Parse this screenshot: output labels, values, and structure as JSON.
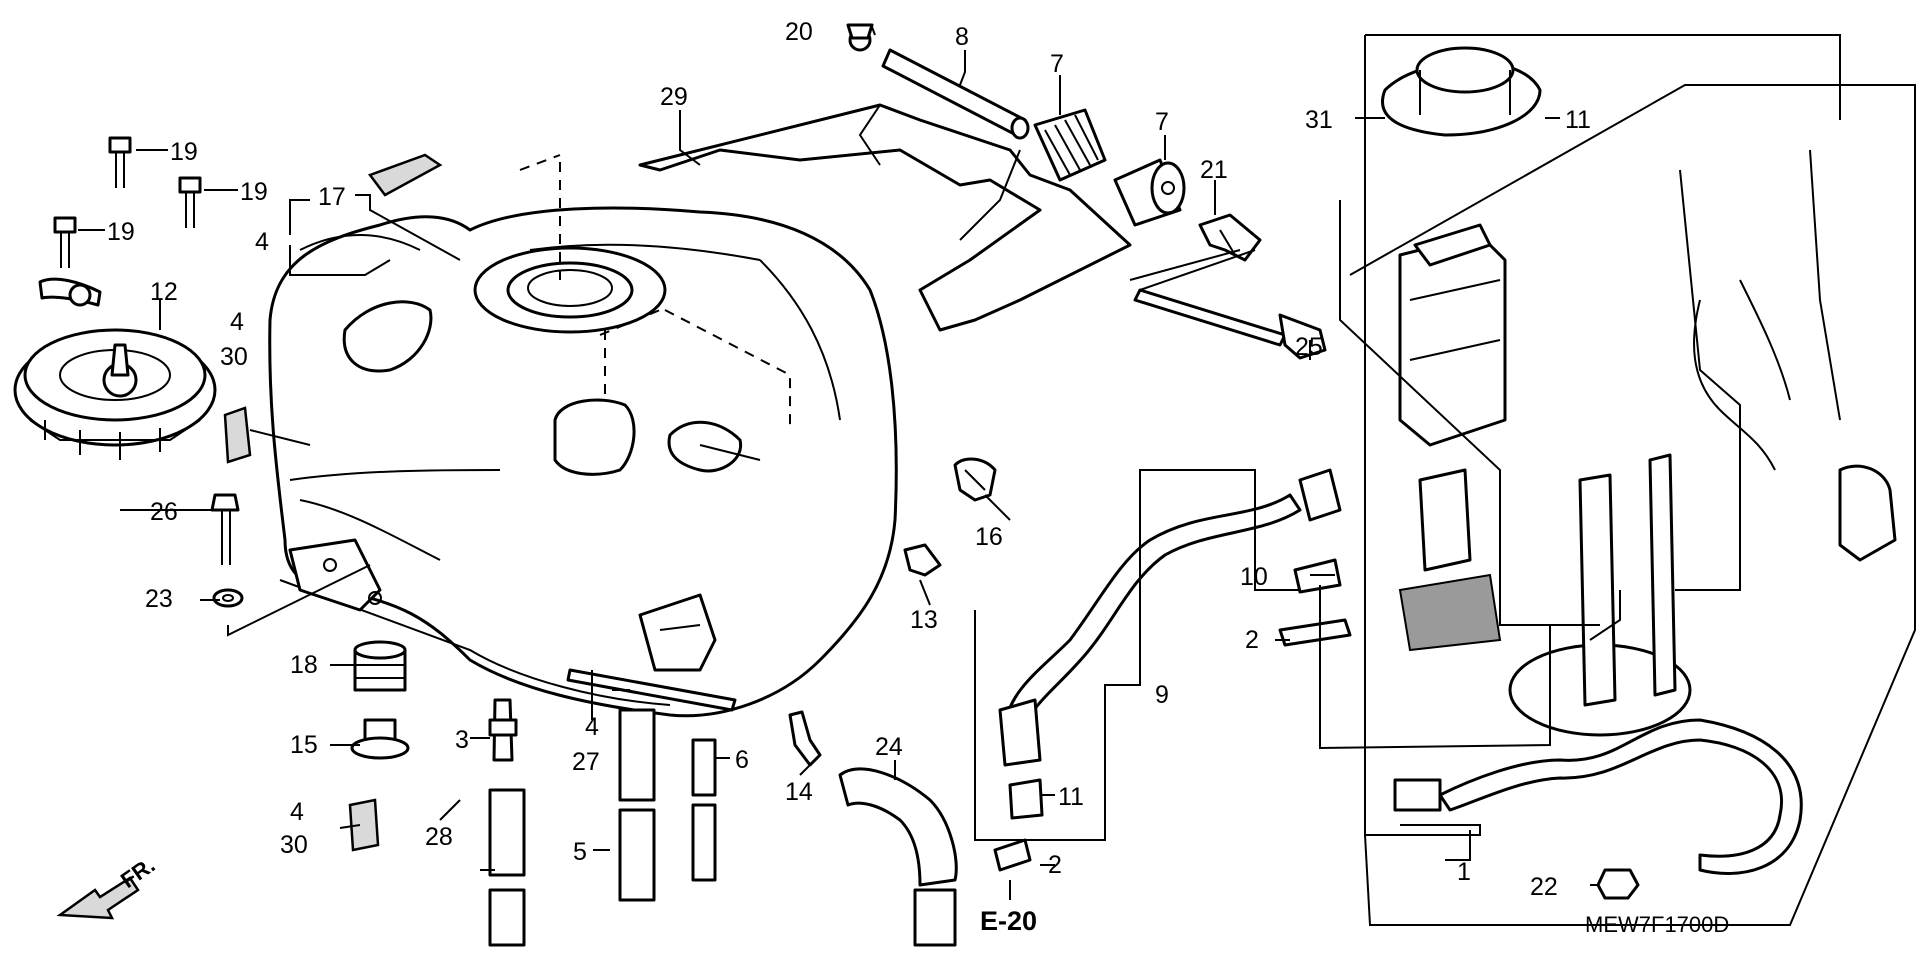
{
  "diagram": {
    "code": "MEW7F1700D",
    "reference": "E-20",
    "direction": "FR.",
    "callouts": [
      "1",
      "2",
      "2",
      "3",
      "4",
      "4",
      "4",
      "4",
      "5",
      "6",
      "7",
      "7",
      "8",
      "9",
      "10",
      "11",
      "11",
      "12",
      "13",
      "14",
      "15",
      "16",
      "17",
      "18",
      "19",
      "19",
      "19",
      "20",
      "21",
      "22",
      "23",
      "24",
      "25",
      "26",
      "27",
      "28",
      "29",
      "30",
      "30",
      "31"
    ]
  },
  "colors": {
    "ink": "#000000",
    "paper": "#ffffff",
    "fill": "#d9d9d9"
  }
}
